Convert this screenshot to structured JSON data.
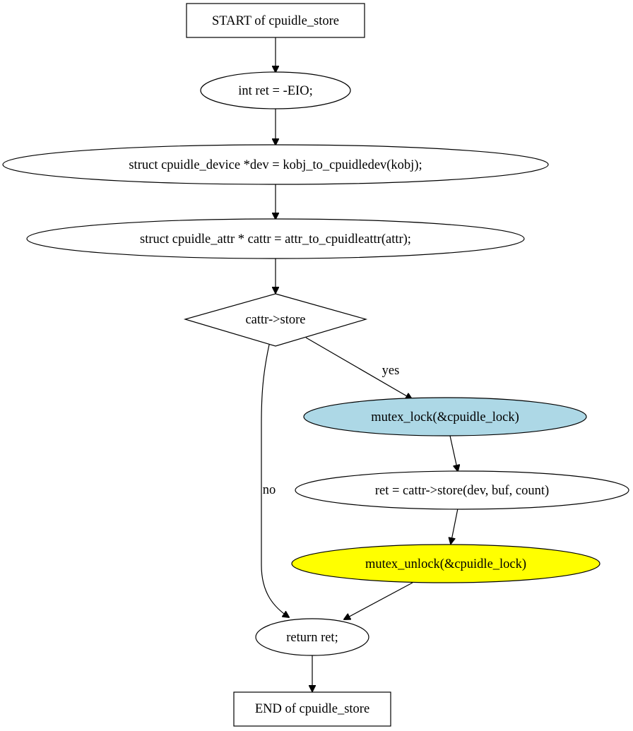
{
  "nodes": {
    "start": {
      "label": "START of cpuidle_store"
    },
    "ret_init": {
      "label": "int ret = -EIO;"
    },
    "dev_decl": {
      "label": "struct cpuidle_device *dev = kobj_to_cpuidledev(kobj);"
    },
    "cattr_decl": {
      "label": "struct cpuidle_attr * cattr = attr_to_cpuidleattr(attr);"
    },
    "cond": {
      "label": "cattr->store"
    },
    "mutex_lock": {
      "label": "mutex_lock(&cpuidle_lock)",
      "fill": "#add8e6"
    },
    "store_call": {
      "label": "ret = cattr->store(dev, buf, count)"
    },
    "mutex_unlock": {
      "label": "mutex_unlock(&cpuidle_lock)",
      "fill": "#ffff00"
    },
    "return": {
      "label": "return ret;"
    },
    "end": {
      "label": "END of cpuidle_store"
    }
  },
  "edges": {
    "yes": {
      "label": "yes"
    },
    "no": {
      "label": "no"
    }
  }
}
